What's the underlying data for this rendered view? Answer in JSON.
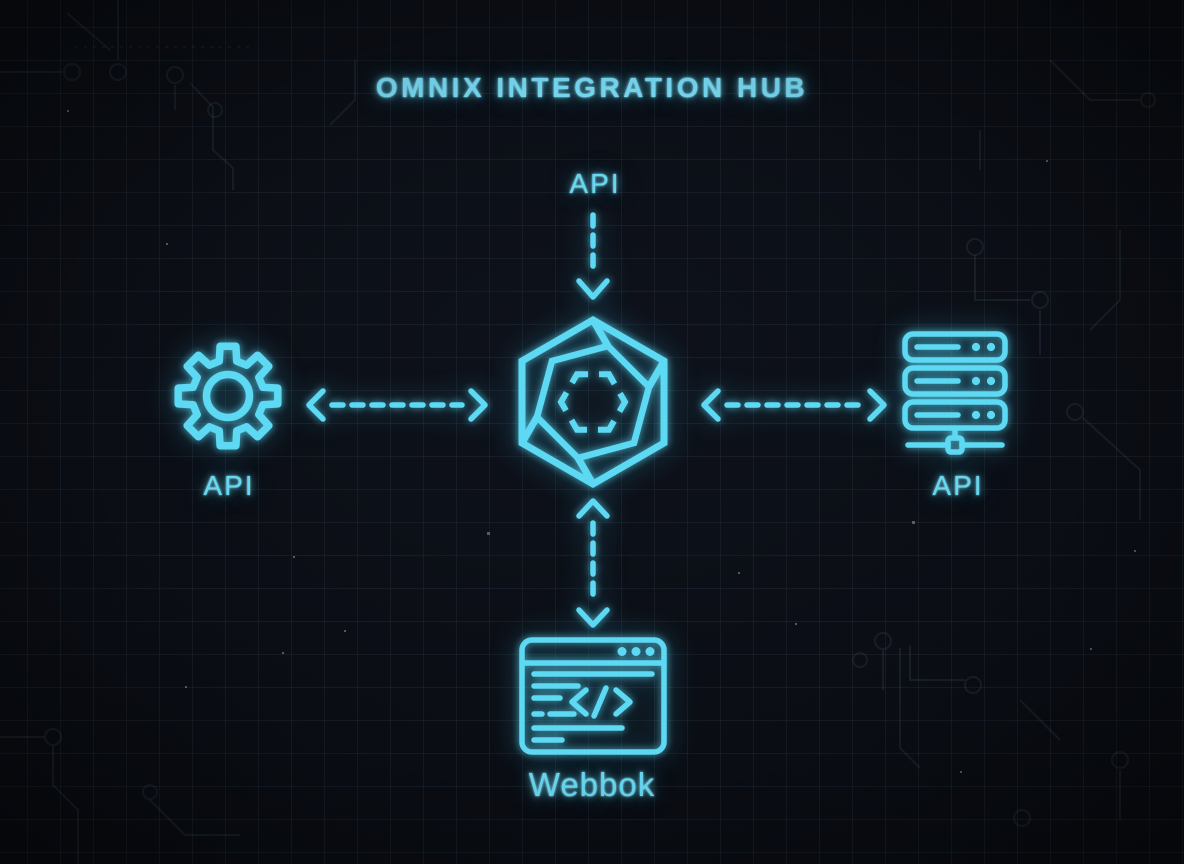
{
  "title": "OMNIX INTEGRATION HUB",
  "colors": {
    "neon_accent": "#5ed9f3",
    "title_text": "#74d5ef",
    "background": "#0b0e15",
    "grid_line": "#2b3a4d"
  },
  "hub": {
    "icon": "hexagonal-spiral-hub-logo"
  },
  "nodes": {
    "top": {
      "label": "API",
      "icon": "none"
    },
    "left": {
      "label": "API",
      "icon": "gear-icon"
    },
    "right": {
      "label": "API",
      "icon": "server-rack-icon"
    },
    "bottom": {
      "label": "Webbok",
      "icon": "code-browser-icon"
    }
  },
  "connections": [
    {
      "from": "api-top",
      "to": "hub",
      "style": "dashed",
      "arrowheads": "down-only"
    },
    {
      "from": "api-left",
      "to": "hub",
      "style": "dashed",
      "arrowheads": "both"
    },
    {
      "from": "api-right",
      "to": "hub",
      "style": "dashed",
      "arrowheads": "both"
    },
    {
      "from": "webhook-bottom",
      "to": "hub",
      "style": "dashed",
      "arrowheads": "both"
    }
  ]
}
